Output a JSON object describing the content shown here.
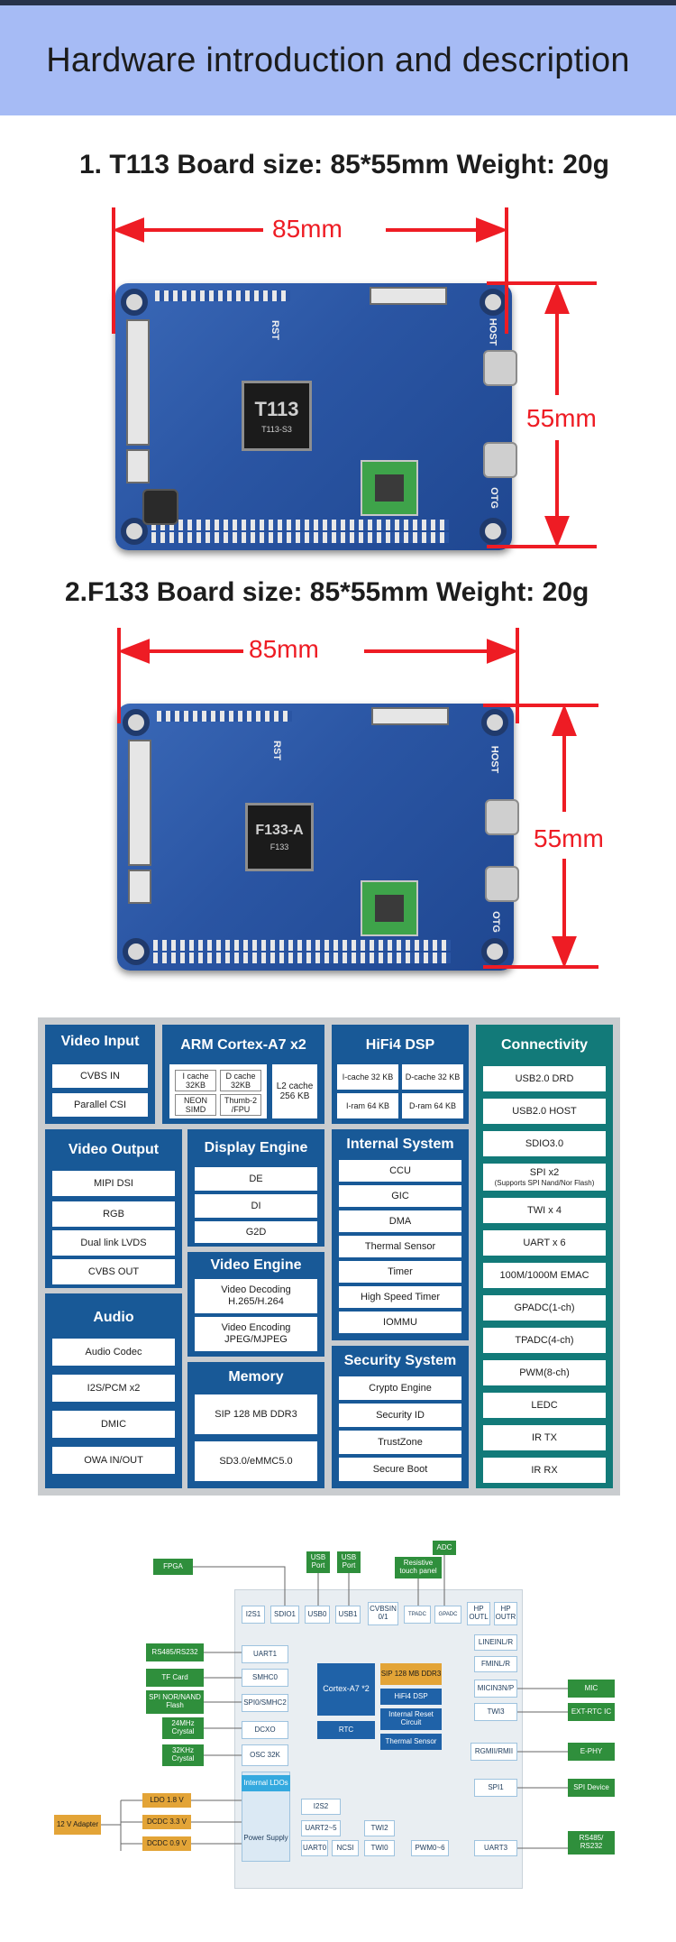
{
  "header": {
    "title": "Hardware introduction and description"
  },
  "section1": {
    "title": "1. T113 Board size: 85*55mm Weight: 20g",
    "width_label": "85mm",
    "height_label": "55mm",
    "chip_text": "T113",
    "chip_sub": "T113-S3",
    "silk_host": "HOST",
    "silk_otg": "OTG",
    "silk_rst": "RST"
  },
  "section2": {
    "title": "2.F133 Board size: 85*55mm Weight: 20g",
    "width_label": "85mm",
    "height_label": "55mm",
    "chip_text": "F133-A",
    "chip_sub": "F133",
    "silk_host": "HOST",
    "silk_otg": "OTG",
    "silk_rst": "RST"
  },
  "diagram1": {
    "video_input": {
      "title": "Video Input",
      "items": [
        "CVBS IN",
        "Parallel CSI"
      ]
    },
    "arm": {
      "title": "ARM Cortex-A7 x2",
      "cells": [
        "I cache 32KB",
        "D cache 32KB",
        "NEON SIMD",
        "Thumb-2 /FPU"
      ],
      "l2": "L2 cache 256 KB"
    },
    "hifi": {
      "title": "HiFi4 DSP",
      "cells": [
        "I-cache 32 KB",
        "D-cache 32 KB",
        "I-ram 64 KB",
        "D-ram 64 KB"
      ]
    },
    "connectivity": {
      "title": "Connectivity",
      "items": [
        "USB2.0 DRD",
        "USB2.0 HOST",
        "SDIO3.0",
        "SPI x2",
        "TWI x 4",
        "UART x 6",
        "100M/1000M EMAC",
        "GPADC(1-ch)",
        "TPADC(4-ch)",
        "PWM(8-ch)",
        "LEDC",
        "IR TX",
        "IR RX"
      ],
      "spi_note": "(Supports SPI Nand/Nor Flash)"
    },
    "video_output": {
      "title": "Video Output",
      "items": [
        "MIPI DSI",
        "RGB",
        "Dual link LVDS",
        "CVBS OUT"
      ]
    },
    "display_engine": {
      "title": "Display Engine",
      "items": [
        "DE",
        "DI",
        "G2D"
      ]
    },
    "internal_system": {
      "title": "Internal System",
      "items": [
        "CCU",
        "GIC",
        "DMA",
        "Thermal Sensor",
        "Timer",
        "High Speed Timer",
        "IOMMU"
      ]
    },
    "video_engine": {
      "title": "Video Engine",
      "items": [
        "Video Decoding H.265/H.264",
        "Video Encoding JPEG/MJPEG"
      ]
    },
    "audio": {
      "title": "Audio",
      "items": [
        "Audio Codec",
        "I2S/PCM x2",
        "DMIC",
        "OWA IN/OUT"
      ]
    },
    "memory": {
      "title": "Memory",
      "items": [
        "SIP 128 MB DDR3",
        "SD3.0/eMMC5.0"
      ]
    },
    "security": {
      "title": "Security System",
      "items": [
        "Crypto Engine",
        "Security ID",
        "TrustZone",
        "Secure Boot"
      ]
    }
  },
  "diagram2": {
    "top": [
      "I2S1",
      "SDIO1",
      "USB0",
      "USB1",
      "CVBSIN 0/1",
      "TPADC",
      "GPADC"
    ],
    "top_right": [
      "HP OUTL",
      "HP OUTR"
    ],
    "ext_top": [
      "FPGA",
      "USB Port",
      "USB Port",
      "Resistive touch panel",
      "ADC"
    ],
    "left_int": [
      "UART1",
      "SMHC0",
      "SPI0/SMHC2",
      "DCXO",
      "OSC 32K"
    ],
    "left_ext": [
      "RS485/RS232",
      "TF Card",
      "SPI NOR/NAND Flash",
      "24MHz Crystal",
      "32KHz Crystal"
    ],
    "core": "Cortex-A7 *2",
    "rtc": "RTC",
    "sip": "SIP 128 MB DDR3",
    "hifi": "HiFi4 DSP",
    "reset": "Internal Reset Circuit",
    "thermal": "Thermal Sensor",
    "right_int": [
      "LINEINL/R",
      "FMINL/R",
      "MICIN3N/P",
      "TWI3",
      "RGMII/RMII",
      "SPI1"
    ],
    "right_ext": [
      "MIC",
      "EXT-RTC IC",
      "E-PHY",
      "SPI Device",
      "RS485/ RS232"
    ],
    "ldos": "Internal LDOs",
    "power": "Power Supply",
    "power_out": [
      "LDO 1.8 V",
      "DCDC 3.3 V",
      "DCDC 0.9 V"
    ],
    "adapter": "12 V Adapter",
    "bottom": [
      "I2S2",
      "UART2~5",
      "TWI2",
      "UART0",
      "NCSI",
      "TWI0",
      "PWM0~6",
      "UART3"
    ]
  }
}
